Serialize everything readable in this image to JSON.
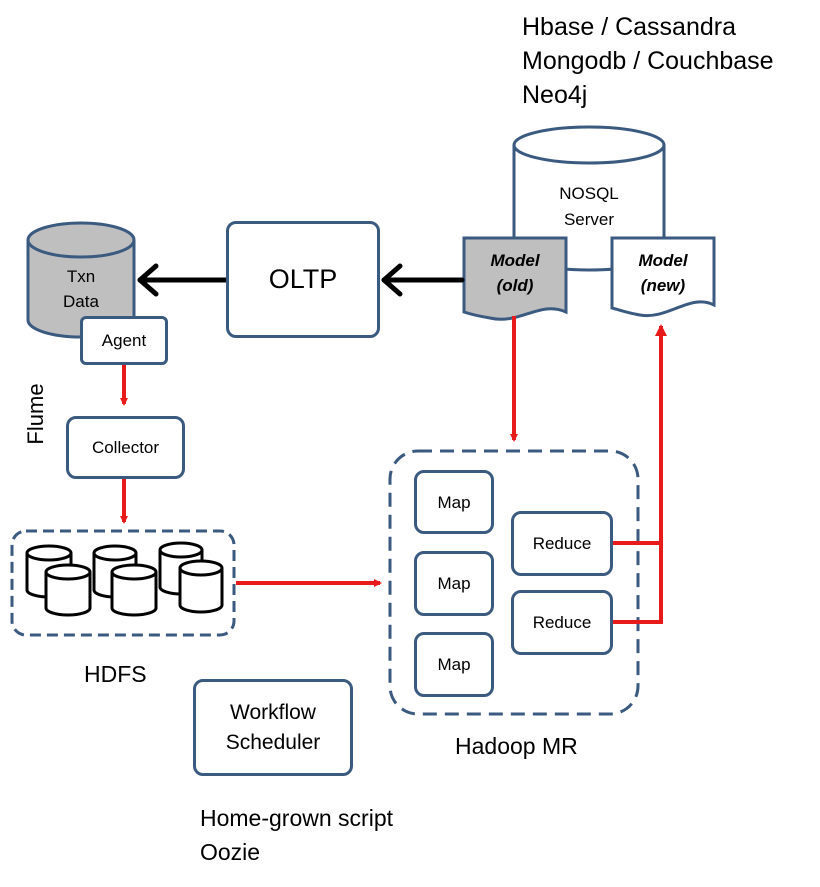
{
  "stores": {
    "nosql_list": [
      "Hbase / Cassandra",
      "Mongodb / Couchbase",
      "Neo4j"
    ],
    "nosql_server": "NOSQL\nServer",
    "model_old": "Model\n(old)",
    "model_new": "Model\n(new)",
    "txn_data": "Txn\nData"
  },
  "oltp": "OLTP",
  "flume": {
    "label": "Flume",
    "agent": "Agent",
    "collector": "Collector"
  },
  "hdfs": "HDFS",
  "hadoop": {
    "label": "Hadoop MR",
    "map": [
      "Map",
      "Map",
      "Map"
    ],
    "reduce": [
      "Reduce",
      "Reduce"
    ]
  },
  "workflow": {
    "box": "Workflow\nScheduler",
    "tools": [
      "Home-grown script",
      "Oozie"
    ]
  },
  "colors": {
    "border": "#3b5a80",
    "flow_red": "#e81b1b",
    "db_gray": "#bfbfbf"
  }
}
